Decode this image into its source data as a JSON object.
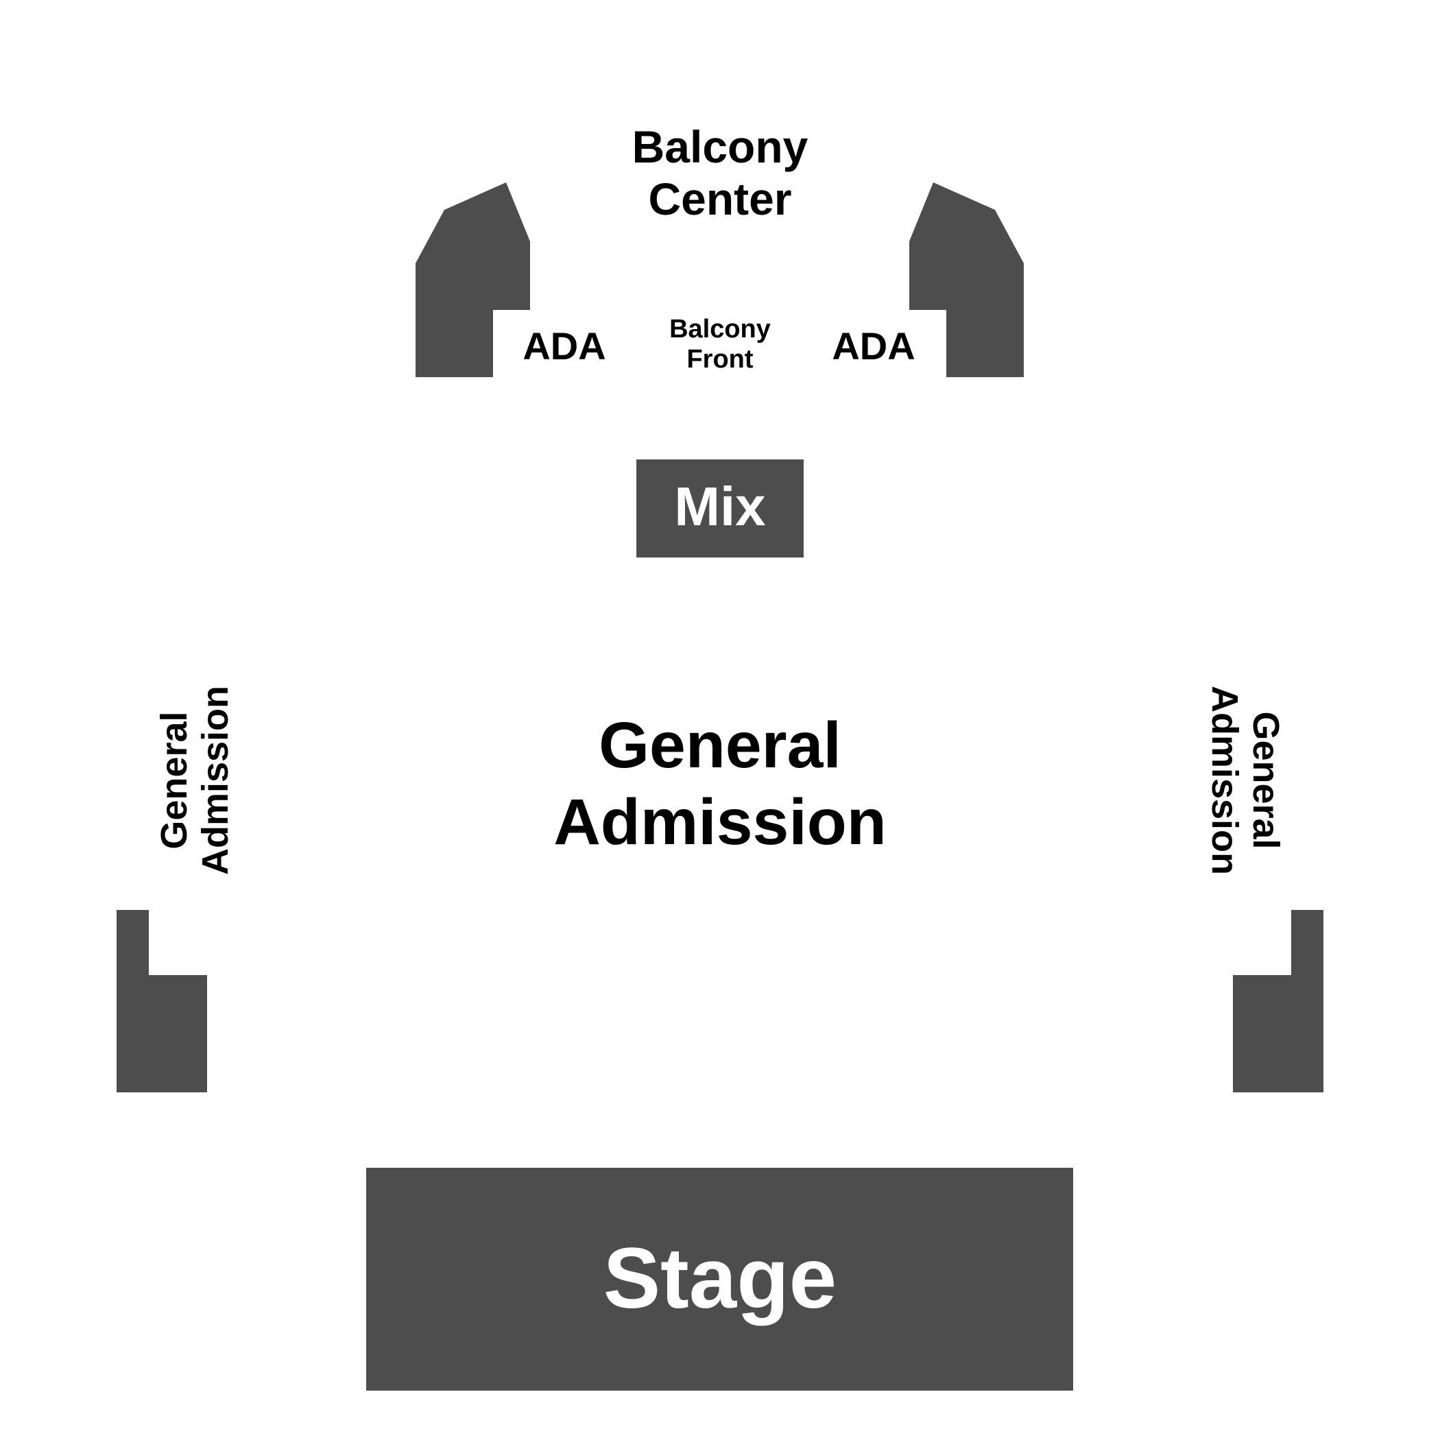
{
  "colors": {
    "background": "#ffffff",
    "block_fill": "#4d4d4d",
    "dark_text": "#000000",
    "light_text": "#ffffff"
  },
  "sections": {
    "balcony_center": {
      "line1": "Balcony",
      "line2": "Center"
    },
    "balcony_front": {
      "line1": "Balcony",
      "line2": "Front"
    },
    "ada_left": {
      "label": "ADA"
    },
    "ada_right": {
      "label": "ADA"
    },
    "mix": {
      "label": "Mix"
    },
    "general_admission_center": {
      "line1": "General",
      "line2": "Admission"
    },
    "general_admission_left": {
      "line1": "General",
      "line2": "Admission"
    },
    "general_admission_right": {
      "line1": "General",
      "line2": "Admission"
    },
    "stage": {
      "label": "Stage"
    }
  }
}
